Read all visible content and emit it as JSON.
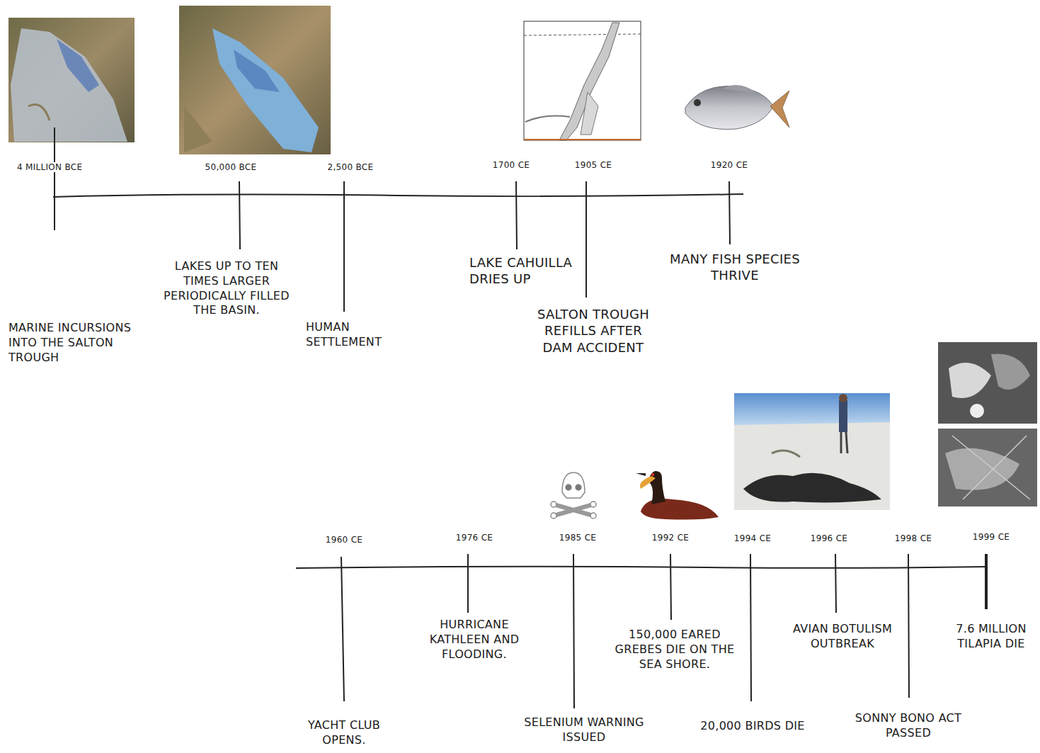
{
  "diagram": {
    "labels": [
      "4 MILLION BCE",
      "MARINE INCURSIONS INTO THE SALTON TROUGH",
      "50,000 BCE",
      "LAKES UP TO TEN TIMES LARGER PERIODICALLY FILLED THE BASIN.",
      "2,500 BCE",
      "HUMAN SETTLEMENT",
      "1700 CE",
      "LAKE CAHUILLA DRIES UP",
      "1905 CE",
      "SALTON TROUGH REFILLS AFTER DAM ACCIDENT",
      "1920 CE",
      "MANY FISH SPECIES THRIVE",
      "1960 CE",
      "YACHT CLUB OPENS.",
      "1976 CE",
      "HURRICANE KATHLEEN AND FLOODING.",
      "1985 CE",
      "SELENIUM WARNING ISSUED",
      "1992 CE",
      "150,000 EARED GREBES DIE ON THE SEA SHORE.",
      "1994 CE",
      "20,000 BIRDS DIE",
      "1996 CE",
      "AVIAN BOTULISM OUTBREAK",
      "1998 CE",
      "SONNY BONO ACT PASSED",
      "1999 CE",
      "7.6 MILLION TILAPIA DIE"
    ]
  }
}
